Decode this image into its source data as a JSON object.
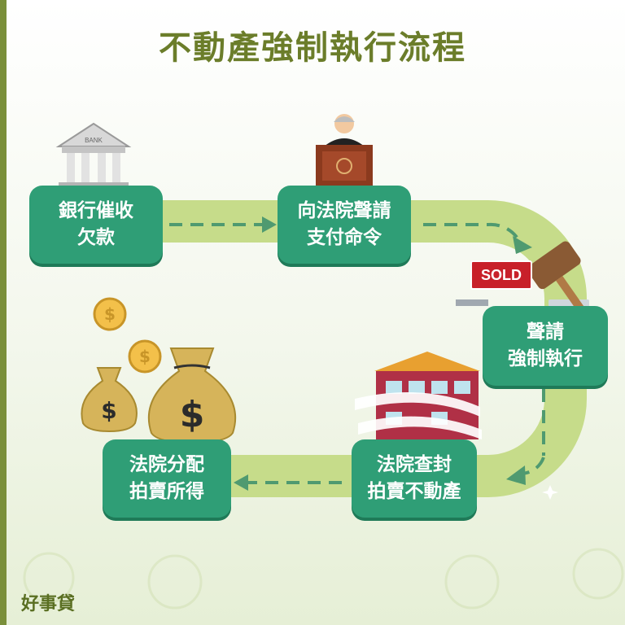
{
  "title": "不動產強制執行流程",
  "steps": [
    {
      "line1": "銀行催收",
      "line2": "欠款"
    },
    {
      "line1": "向法院聲請",
      "line2": "支付命令"
    },
    {
      "line1": "聲請",
      "line2": "強制執行"
    },
    {
      "line1": "法院查封",
      "line2": "拍賣不動產"
    },
    {
      "line1": "法院分配",
      "line2": "拍賣所得"
    }
  ],
  "bank_sign": "BANK",
  "sold_tag": "SOLD",
  "brand": "好事貸",
  "icons": [
    "bank-icon",
    "judge-icon",
    "gavel-icon",
    "house-icon",
    "money-bag-icon",
    "coin-icon"
  ],
  "colors": {
    "box": "#2f9e76",
    "path": "#c6dc8a",
    "title": "#6b7d2a",
    "arrow": "#4f9a70"
  }
}
